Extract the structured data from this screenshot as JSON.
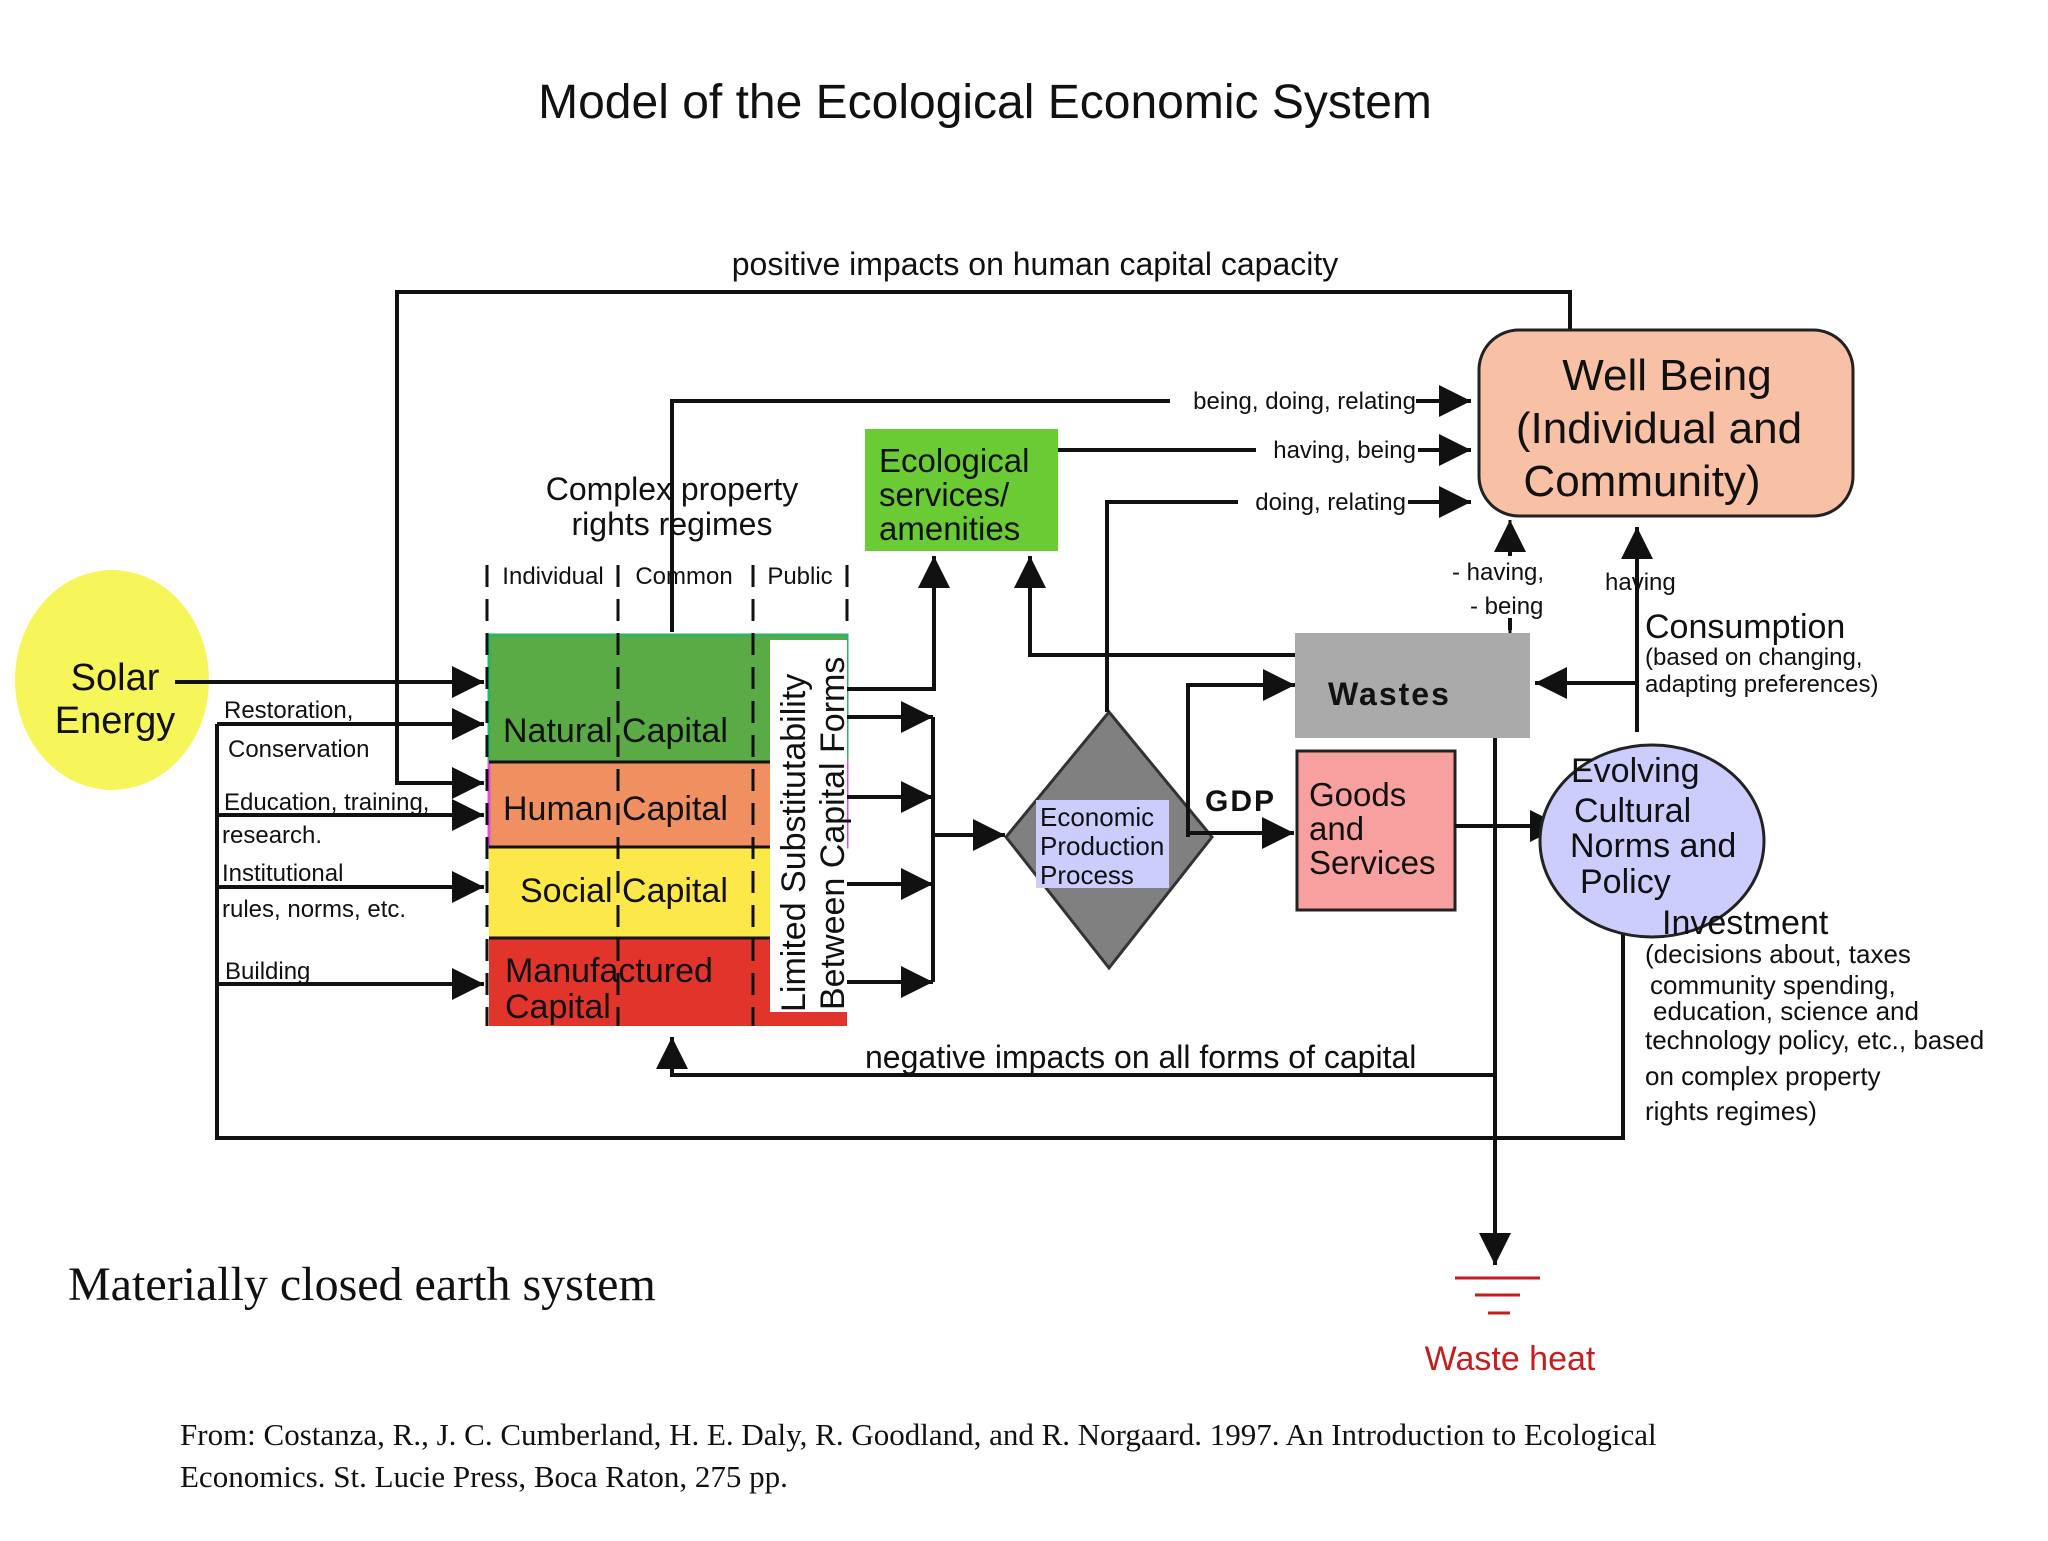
{
  "title": "Model of the Ecological Economic System",
  "top_feedback_label": "positive impacts on human capital capacity",
  "solar": {
    "line1": "Solar",
    "line2": "Energy"
  },
  "inputs": {
    "restoration_1": "Restoration,",
    "restoration_2": "Conservation",
    "education_1": "Education, training,",
    "education_2": "research.",
    "institutional_1": "Institutional",
    "institutional_2": "rules, norms, etc.",
    "building": "Building"
  },
  "property_rights": {
    "title_1": "Complex property",
    "title_2": "rights regimes",
    "individual": "Individual",
    "common": "Common",
    "public": "Public"
  },
  "capitals": {
    "natural": "Natural Capital",
    "human": "Human Capital",
    "social": "Social Capital",
    "manufactured_1": "Manufactured",
    "manufactured_2": "Capital",
    "substitutability_1": "Limited Substitutability",
    "substitutability_2": "Between Capital Forms"
  },
  "eco_services": {
    "line1": "Ecological",
    "line2": "services/",
    "line3": "amenities"
  },
  "production": {
    "line1": "Economic",
    "line2": "Production",
    "line3": "Process"
  },
  "gdp": "GDP",
  "goods": {
    "line1": "Goods",
    "line2": "and",
    "line3": "Services"
  },
  "wastes": "Wastes",
  "wellbeing": {
    "line1": "Well Being",
    "line2": "(Individual and",
    "line3": "Community)"
  },
  "edge_labels": {
    "being_doing_relating": "being, doing, relating",
    "having_being": "having, being",
    "doing_relating": "doing, relating",
    "minus_having": "- having,",
    "minus_being": "- being",
    "having": "having"
  },
  "consumption": {
    "title": "Consumption",
    "line1": "(based on changing,",
    "line2": "adapting  preferences)"
  },
  "norms": {
    "line1": "Evolving",
    "line2": "Cultural",
    "line3": "Norms and",
    "line4": "Policy"
  },
  "investment": {
    "title": "Investment",
    "line1": "(decisions about, taxes",
    "line2": "community spending,",
    "line3": "education, science and",
    "line4": "technology  policy, etc., based",
    "line5": "on complex property",
    "line6": "rights regimes)"
  },
  "negative_label": "negative impacts on all forms of capital",
  "waste_heat": "Waste heat",
  "closed_system": "Materially closed earth system",
  "citation_1": "From: Costanza, R., J. C. Cumberland, H. E. Daly, R. Goodland, and R. Norgaard. 1997. An Introduction to Ecological",
  "citation_2": "Economics. St. Lucie Press, Boca Raton, 275 pp.",
  "colors": {
    "solar": "#f6f55a",
    "natural": "#5aaa45",
    "human": "#f09060",
    "social": "#fde84a",
    "manufactured": "#e1352b",
    "eco_services": "#6acb34",
    "wellbeing": "#f8c1a6",
    "wastes": "#aaaaaa",
    "goods": "#f8a09f",
    "norms": "#cccdfd",
    "production": "#808080",
    "waste_heat": "#c41e1e"
  }
}
